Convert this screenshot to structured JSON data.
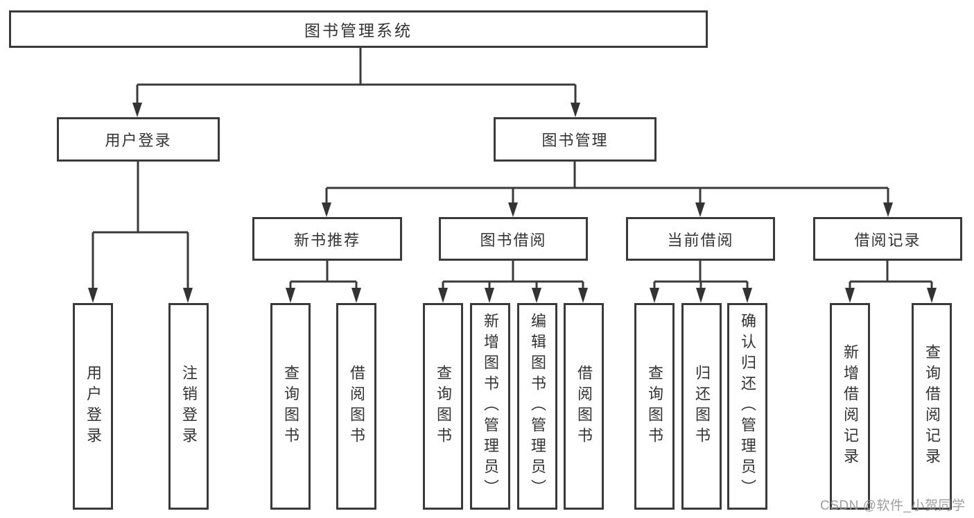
{
  "diagram_title": "图书管理系统",
  "tree": {
    "root": {
      "label": "图书管理系统",
      "children": [
        {
          "label": "用户登录",
          "children": [
            {
              "label": "用户登录"
            },
            {
              "label": "注销登录"
            }
          ]
        },
        {
          "label": "图书管理",
          "children": [
            {
              "label": "新书推荐",
              "children": [
                {
                  "label": "查询图书"
                },
                {
                  "label": "借阅图书"
                }
              ]
            },
            {
              "label": "图书借阅",
              "children": [
                {
                  "label": "查询图书"
                },
                {
                  "label": "新增图书（管理员）"
                },
                {
                  "label": "编辑图书（管理员）"
                },
                {
                  "label": "借阅图书"
                }
              ]
            },
            {
              "label": "当前借阅",
              "children": [
                {
                  "label": "查询图书"
                },
                {
                  "label": "归还图书"
                },
                {
                  "label": "确认归还（管理员）"
                }
              ]
            },
            {
              "label": "借阅记录",
              "children": [
                {
                  "label": "新增借阅记录"
                },
                {
                  "label": "查询借阅记录"
                }
              ]
            }
          ]
        }
      ]
    }
  },
  "watermark": {
    "text": "CSDN @软件_小贺同学"
  },
  "colors": {
    "line": "#3a3a3a",
    "box_border": "#3a3a3a",
    "text": "#333333",
    "watermark": "#969696",
    "background": "#ffffff"
  }
}
